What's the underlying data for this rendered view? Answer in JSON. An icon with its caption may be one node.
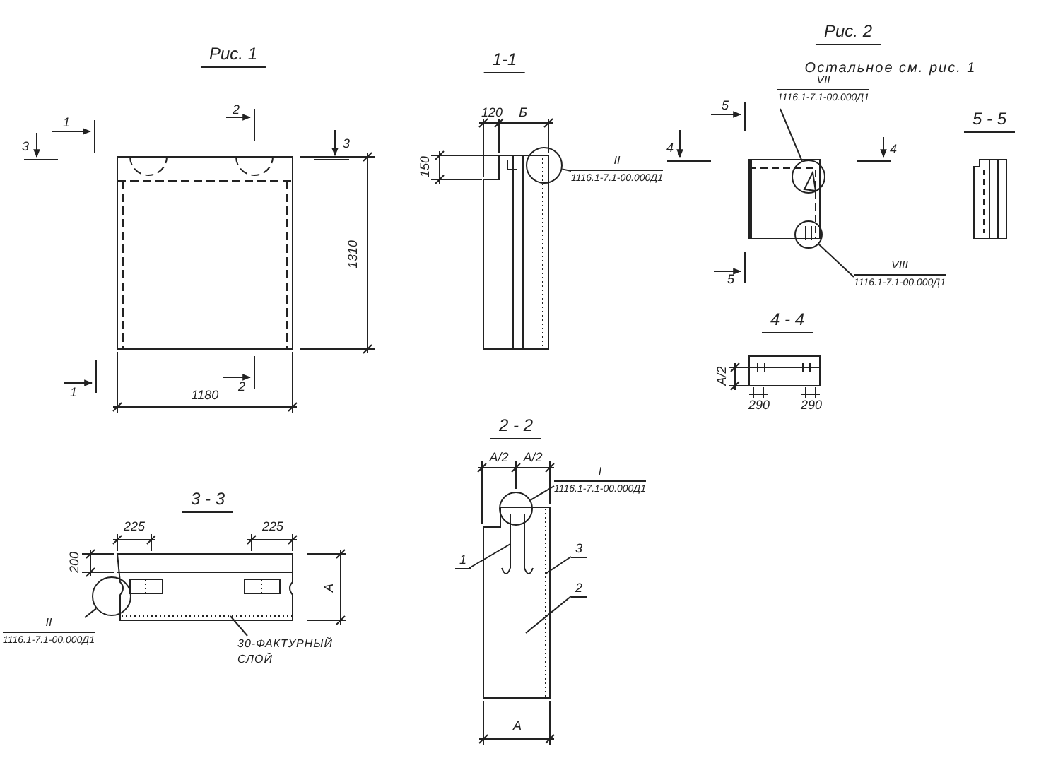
{
  "diagram": {
    "nodes": [
      {
        "text": [
          "II",
          "1116.1-7.1-00.000Д1"
        ]
      },
      {
        "text": [],
        "shape": "circle"
      },
      {
        "text": [
          "VII",
          "1116.1-7.1-00.000Д1"
        ]
      },
      {
        "text": [],
        "shape": "circle"
      },
      {
        "text": [
          "VIII",
          "1116.1-7.1-00.000Д1"
        ]
      },
      {
        "text": [],
        "shape": "circle"
      },
      {
        "text": [
          "II",
          "1116.1-7.1-00.000Д1"
        ]
      },
      {
        "text": [],
        "shape": "circle"
      },
      {
        "text": [
          "30-ФАКТУРНЫЙ СЛОЙ"
        ]
      },
      {
        "text": [
          "I",
          "1116.1-7.1-00.000Д1"
        ]
      },
      {
        "text": [],
        "shape": "circle"
      },
      {
        "text": [
          "1"
        ]
      },
      {
        "text": [
          "3"
        ]
      },
      {
        "text": [
          "2"
        ]
      },
      {
        "text": [],
        "shape": "bar"
      },
      {
        "text": [],
        "shape": "box"
      },
      {
        "text": [],
        "shape": "picture",
        "in": 15
      },
      {
        "text": [],
        "shape": "bar",
        "in": 15
      }
    ],
    "edges": [
      {
        "from": 0,
        "to": 1,
        "arrow": "none"
      },
      {
        "from": 2,
        "to": 3,
        "arrow": "none"
      },
      {
        "from": 4,
        "to": 5,
        "arrow": "none"
      },
      {
        "from": 6,
        "to": 7,
        "arrow": "none"
      },
      {
        "from": 8,
        "to": 14,
        "arrow": "none"
      },
      {
        "from": 9,
        "to": 10,
        "arrow": "none"
      },
      {
        "from": 11,
        "to": 16,
        "arrow": "none"
      },
      {
        "from": 12,
        "to": 17,
        "arrow": "none"
      },
      {
        "from": 13,
        "to": 15,
        "arrow": "none"
      }
    ],
    "labels": [
      "Рис. 1",
      "1-1",
      "Рис. 2",
      "Остальное см. рис. 1",
      "1",
      "2",
      "3",
      "3",
      "1",
      "2",
      "1310",
      "1180",
      "120",
      "Б",
      "150",
      "5",
      "4",
      "4",
      "5",
      "5 - 5",
      "4 - 4",
      "А/2",
      "290",
      "290",
      "3 - 3",
      "225",
      "225",
      "200",
      "А",
      "2 - 2",
      "А/2",
      "А/2",
      "А"
    ]
  }
}
